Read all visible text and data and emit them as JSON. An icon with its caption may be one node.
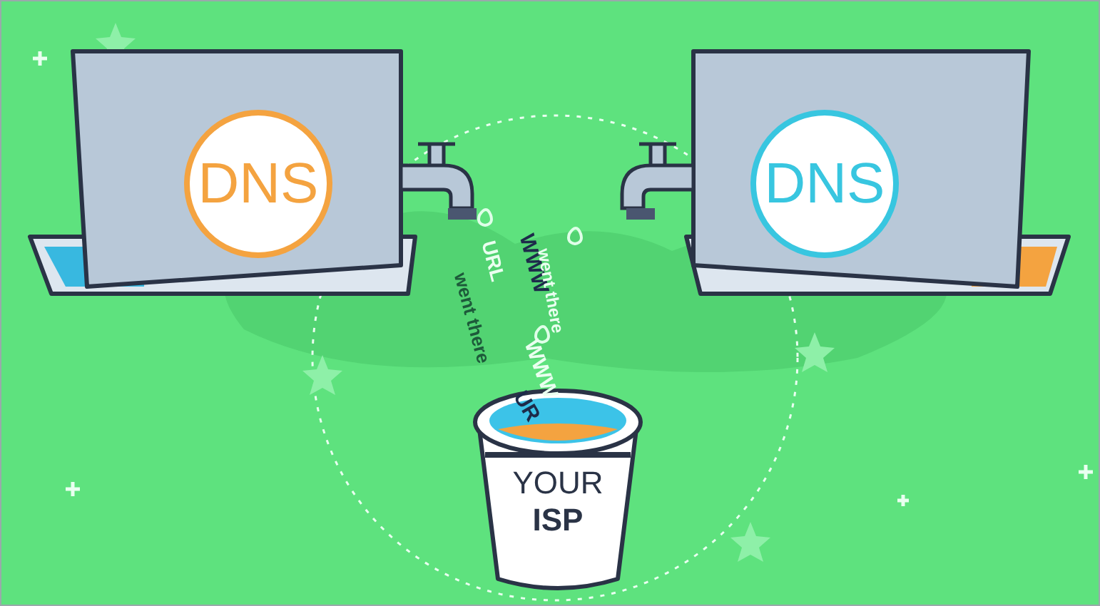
{
  "diagram": {
    "nodes": [
      {
        "text": [
          "DNS"
        ]
      },
      {
        "text": [
          "DNS"
        ]
      },
      {
        "text": [
          "YOUR **ISP**"
        ]
      }
    ],
    "labels": [
      "URL",
      "went there",
      "WWW",
      "went there",
      "WWW",
      "UR"
    ]
  }
}
